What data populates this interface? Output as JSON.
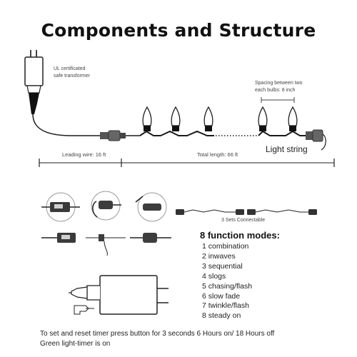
{
  "title": "Components and Structure",
  "transformer_note": [
    "UL certificated",
    "safe transformer"
  ],
  "spacing_note": [
    "Spacing between two",
    "each bulbs: 8 inch"
  ],
  "light_string_label": "Light string",
  "leading_wire_label": "Leading wire: 16 ft",
  "total_length_label": "Total length: 66 ft",
  "connectable_label": "3 Sets Connectable",
  "modes_heading": "8 function modes:",
  "modes": [
    "1 combination",
    "2 inwaves",
    "3 sequential",
    "4 slogs",
    "5 chasing/flash",
    "6 slow fade",
    "7 twinkle/flash",
    "8 steady on"
  ],
  "footer_lines": [
    "To set and reset timer press button for 3 seconds 6 Hours on/ 18 Hours off",
    "Green light-timer is on"
  ],
  "colors": {
    "line": "#222222",
    "cable": "#1a1a1a",
    "photo_bg": "#f2f2f2"
  },
  "icons": [
    "transformer-plug-icon",
    "bulb-icon",
    "connector-icon",
    "hand-pointing-icon"
  ]
}
